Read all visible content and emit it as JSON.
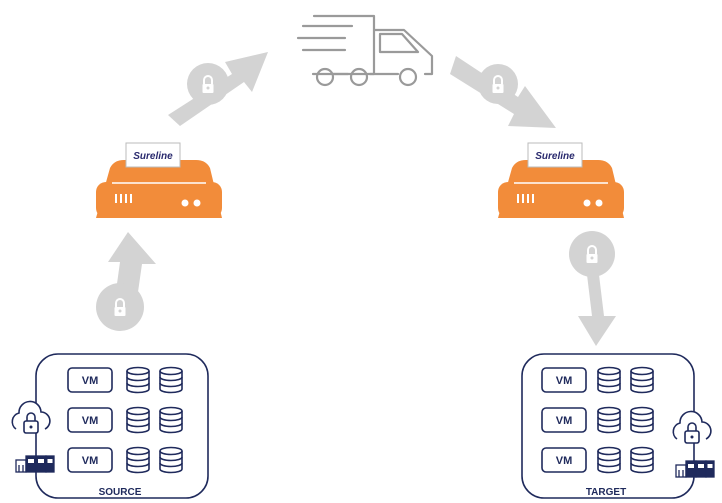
{
  "brand": {
    "name": "Sureline",
    "appliance_color": "#f28c3a",
    "arrow_color": "#d3d3d3",
    "truck_color": "#9a9a9a",
    "line_color": "#1f2a5c"
  },
  "source": {
    "label": "SOURCE",
    "vm_label": "VM"
  },
  "target": {
    "label": "TARGET",
    "vm_label": "VM"
  },
  "icons": [
    "lock-icon",
    "truck-icon",
    "cloud-lock-icon",
    "factory-icon",
    "database-icon"
  ]
}
